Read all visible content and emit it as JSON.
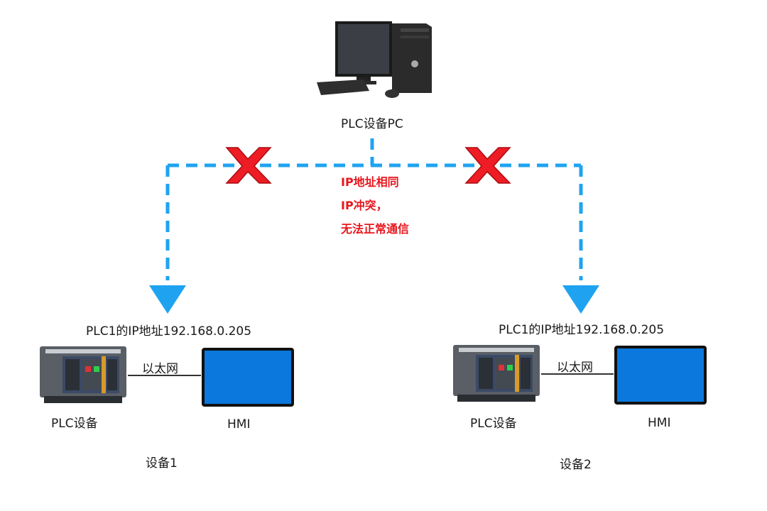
{
  "pc": {
    "label": "PLC设备PC",
    "icon": "desktop-computer-icon"
  },
  "conflict": {
    "lines": [
      "IP地址相同",
      "IP冲突，",
      "无法正常通信"
    ],
    "color": "#e8161d",
    "marker_icon": "red-x-icon"
  },
  "link_color": "#1fa3f0",
  "devices": [
    {
      "ip_label": "PLC1的IP地址192.168.0.205",
      "plc_label": "PLC设备",
      "link_label": "以太网",
      "hmi_label": "HMI",
      "group_label": "设备1"
    },
    {
      "ip_label": "PLC1的IP地址192.168.0.205",
      "plc_label": "PLC设备",
      "link_label": "以太网",
      "hmi_label": "HMI",
      "group_label": "设备2"
    }
  ]
}
